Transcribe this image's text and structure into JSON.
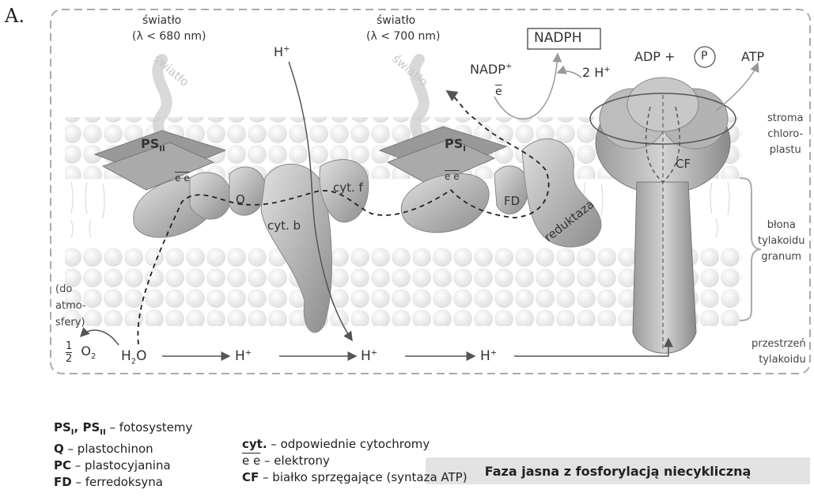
{
  "panel_label": "A.",
  "light_labels": {
    "left_title": "światło",
    "left_range": "(λ < 680 nm)",
    "right_title": "światło",
    "right_range": "(λ < 700 nm)",
    "ray_left": "światło",
    "ray_right": "światło"
  },
  "molecules": {
    "psii_main": "PS",
    "psii_sub": "II",
    "psi_main": "PS",
    "psi_sub": "I",
    "q": "Q",
    "cytb": "cyt. b",
    "cytf": "cyt. f",
    "fd": "FD",
    "reduktaza": "reduktaza",
    "cf": "CF",
    "electrons": "e e"
  },
  "labels": {
    "h_top": "H",
    "h_sup": "+",
    "nadp": "NADP",
    "nadp_sup": "+",
    "nadph": "NADPH",
    "two_h": "2 H",
    "adp": "ADP +",
    "p": "P",
    "atp": "ATP",
    "electron_single": "e",
    "stroma": "stroma\nchloro-\nplastu",
    "blona": "błona\ntylakoidu\ngranum",
    "przestrzen": "przestrzeń\ntylakoidu",
    "do_atm": "(do\natmo-\nsfery)",
    "half_num": "1",
    "half_den": "2",
    "o2": "O",
    "o2_sub": "2",
    "h2o_h": "H",
    "h2o_sub": "2",
    "h2o_o": "O",
    "h_plus_1": "H",
    "h_plus_2": "H",
    "h_plus_3": "H",
    "plus": "+"
  },
  "banner": "Faza jasna z fosforylacją niecykliczną",
  "legend": {
    "ps_term_1": "PS",
    "ps_sub_1": "I",
    "ps_term_2": "PS",
    "ps_sub_2": "II",
    "ps_def": " – fotosystemy",
    "q_term": "Q",
    "q_def": " – plastochinon",
    "pc_term": "PC",
    "pc_def": " – plastocyjanina",
    "fd_term": "FD",
    "fd_def": " – ferredoksyna",
    "cyt_term": "cyt.",
    "cyt_def": " – odpowiednie cytochromy",
    "ee_term": "e e",
    "ee_def": " – elektrony",
    "cf_term": "CF",
    "cf_def": " – białko sprzęgające (syntaza ATP)"
  },
  "colors": {
    "membrane": "#e8e8e8",
    "protein": "#b9b9b9",
    "protein_dark": "#8f8f8f",
    "banner": "#e3e3e3",
    "border": "#aaaaaa"
  }
}
